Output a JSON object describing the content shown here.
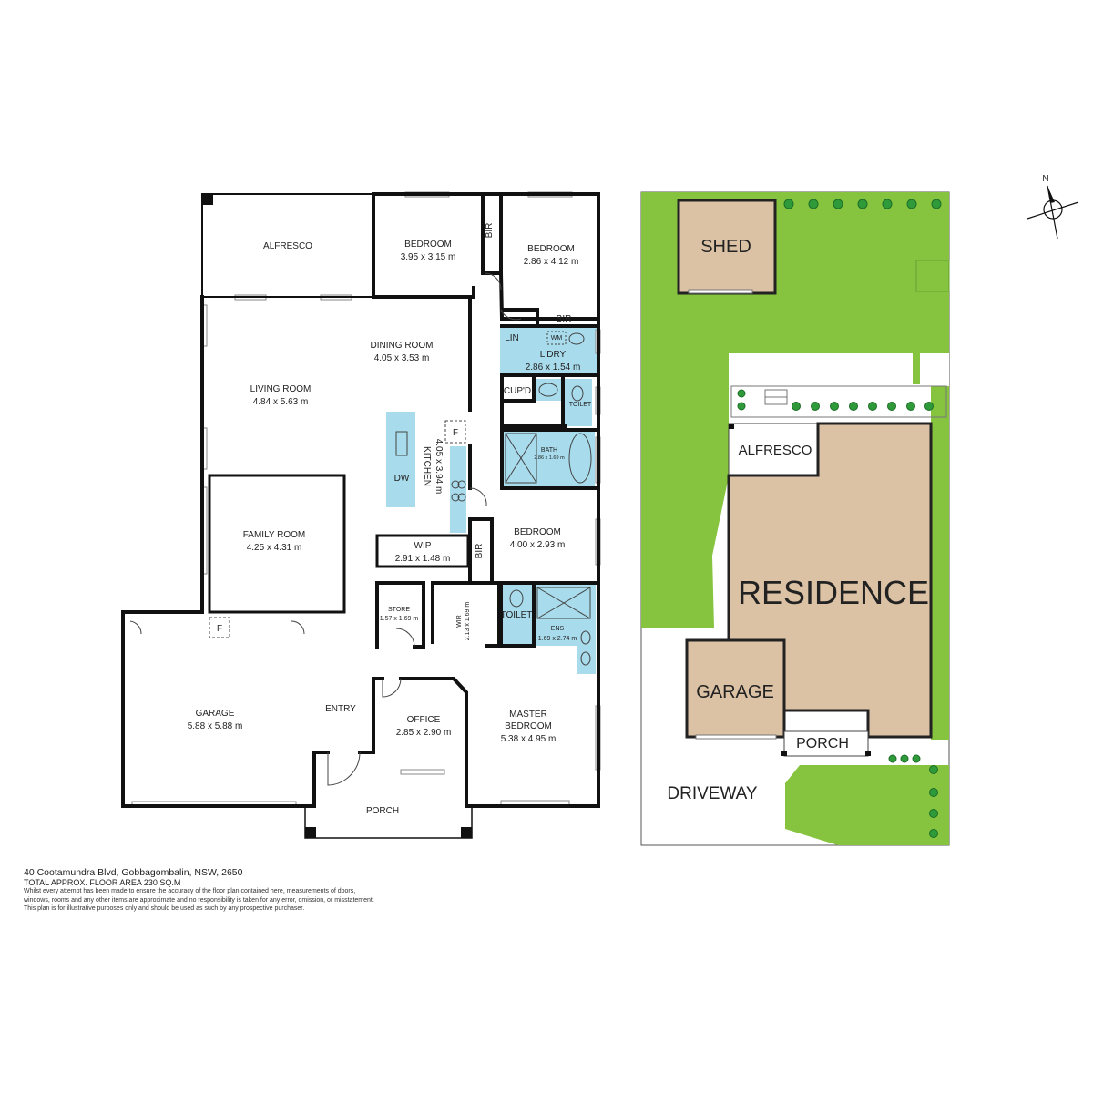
{
  "rooms": {
    "alfresco": "ALFRESCO",
    "bedroom1": {
      "name": "BEDROOM",
      "dims": "3.95 x 3.15 m"
    },
    "bir1": "BIR",
    "bedroom2": {
      "name": "BEDROOM",
      "dims": "2.86 x 4.12 m"
    },
    "bir2": "BIR",
    "lin": "LIN",
    "wm": "WM",
    "laundry": {
      "name": "L'DRY",
      "dims": "2.86 x 1.54 m"
    },
    "cupd": "CUP'D",
    "toilet1": "TOILET",
    "dining": {
      "name": "DINING ROOM",
      "dims": "4.05 x 3.53 m"
    },
    "living": {
      "name": "LIVING ROOM",
      "dims": "4.84 x 5.63 m"
    },
    "kitchen": {
      "name": "KITCHEN",
      "dims": "4.05 x 3.94 m"
    },
    "dw": "DW",
    "fridge": "F",
    "bath": {
      "name": "BATH",
      "dims": "2.86 x 1.69 m"
    },
    "bedroom3": {
      "name": "BEDROOM",
      "dims": "4.00 x 2.93 m"
    },
    "bir3": "BIR",
    "family": {
      "name": "FAMILY ROOM",
      "dims": "4.25 x 4.31 m"
    },
    "wip": {
      "name": "WIP",
      "dims": "2.91 x 1.48 m"
    },
    "store": {
      "name": "STORE",
      "dims": "1.57 x 1.69 m"
    },
    "wir": {
      "name": "WIR",
      "dims": "2.13 x 1.69 m"
    },
    "toilet2": "TOILET",
    "ens": {
      "name": "ENS",
      "dims": "1.69 x 2.74 m"
    },
    "garage_f": "F",
    "garage": {
      "name": "GARAGE",
      "dims": "5.88 x 5.88 m"
    },
    "entry": "ENTRY",
    "office": {
      "name": "OFFICE",
      "dims": "2.85 x 2.90 m"
    },
    "master": {
      "name": "MASTER",
      "name2": "BEDROOM",
      "dims": "5.38 x 4.95 m"
    },
    "porch": "PORCH"
  },
  "site": {
    "north": "N",
    "shed": "SHED",
    "alfresco": "ALFRESCO",
    "residence": "RESIDENCE",
    "garage": "GARAGE",
    "porch": "PORCH",
    "driveway": "DRIVEWAY"
  },
  "footer": {
    "address": "40 Cootamundra Blvd, Gobbagombalin, NSW, 2650",
    "area": "TOTAL APPROX. FLOOR AREA 230 SQ.M",
    "disclaimer1": "Whilst every attempt has been made to ensure the accuracy of the floor plan contained here, measurements of doors,",
    "disclaimer2": "windows, rooms and any other items are approximate and no responsibility is taken for any error, omission, or misstatement.",
    "disclaimer3": "This plan is for illustrative purposes only and should be used as such by any prospective purchaser."
  },
  "colors": {
    "wall": "#111111",
    "wet_area": "#a8dced",
    "lawn": "#86c440",
    "building": "#dcc2a5",
    "hedge": "#2e9a3a"
  }
}
